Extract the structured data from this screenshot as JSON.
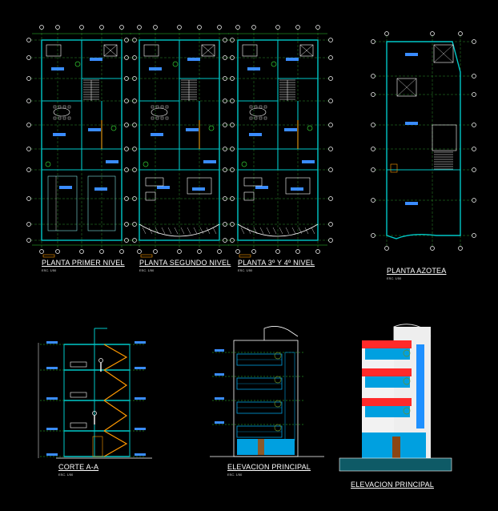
{
  "drawing": {
    "background": "#000000",
    "colors": {
      "axis": "#2d8f2d",
      "wall": "#00c8c8",
      "wall_light": "#7fe0e0",
      "furniture": "#ffffff",
      "tag": "#3a8cff",
      "dim": "#33cc33",
      "stair": "#ff9900",
      "roof": "#ff2a2a",
      "facade": "#00a0e0",
      "plant": "#6b8e23"
    },
    "plans": [
      {
        "title": "PLANTA PRIMER NIVEL",
        "scale": "ESC. 1/50"
      },
      {
        "title": "PLANTA SEGUNDO NIVEL",
        "scale": "ESC. 1/50"
      },
      {
        "title": "PLANTA 3º Y 4º NIVEL",
        "scale": "ESC. 1/50"
      },
      {
        "title": "PLANTA AZOTEA",
        "scale": "ESC. 1/50"
      }
    ],
    "section": {
      "title": "CORTE A-A",
      "scale": "ESC. 1/50"
    },
    "elevation_line": {
      "title": "ELEVACION PRINCIPAL",
      "scale": "ESC. 1/50"
    },
    "elevation_color": {
      "title": "ELEVACION PRINCIPAL"
    }
  }
}
